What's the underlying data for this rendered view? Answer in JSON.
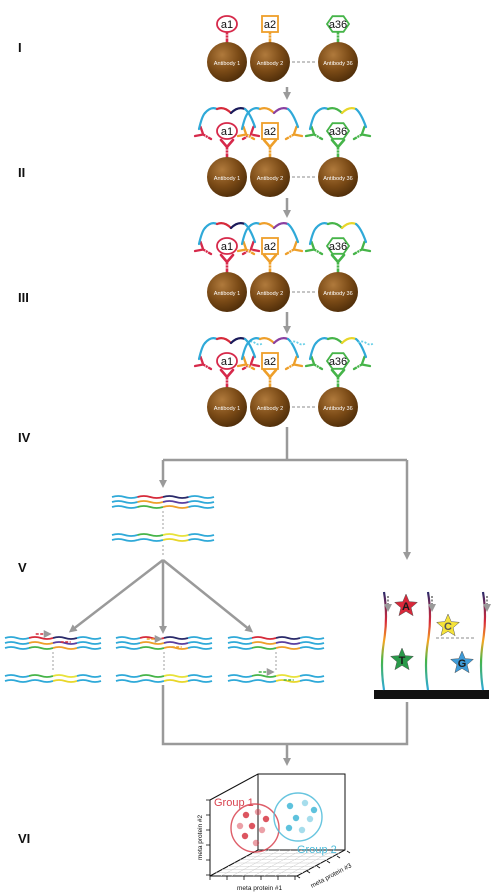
{
  "stages": [
    {
      "label": "I"
    },
    {
      "label": "II"
    },
    {
      "label": "III"
    },
    {
      "label": "IV"
    },
    {
      "label": "V"
    },
    {
      "label": "VI"
    }
  ],
  "antibodies": [
    {
      "bead_label": "Antibody 1",
      "antigen": "a1",
      "color": "#d6294a",
      "shape": "oval"
    },
    {
      "bead_label": "Antibody 2",
      "antigen": "a2",
      "color": "#ee9f2a",
      "shape": "square"
    },
    {
      "bead_label": "Antibody 36",
      "antigen": "a36",
      "color": "#46b449",
      "shape": "hexagon"
    }
  ],
  "sequencing_stars": [
    "A",
    "C",
    "T",
    "G"
  ],
  "scatter": {
    "group1_label": "Group 1",
    "group2_label": "Group 2",
    "xlabel": "meta protein #1",
    "ylabel": "meta protein #2",
    "zlabel": "meta protein #3"
  },
  "colors": {
    "bead": "#7a4a16",
    "arrow": "#9a9a9a",
    "dna_blue": "#2fa9d8",
    "group1": "#d8424f",
    "group2": "#4dbbd9",
    "star_A": "#d8283a",
    "star_C": "#f5e23a",
    "star_T": "#2a9a4a",
    "star_G": "#3e9bd8"
  }
}
